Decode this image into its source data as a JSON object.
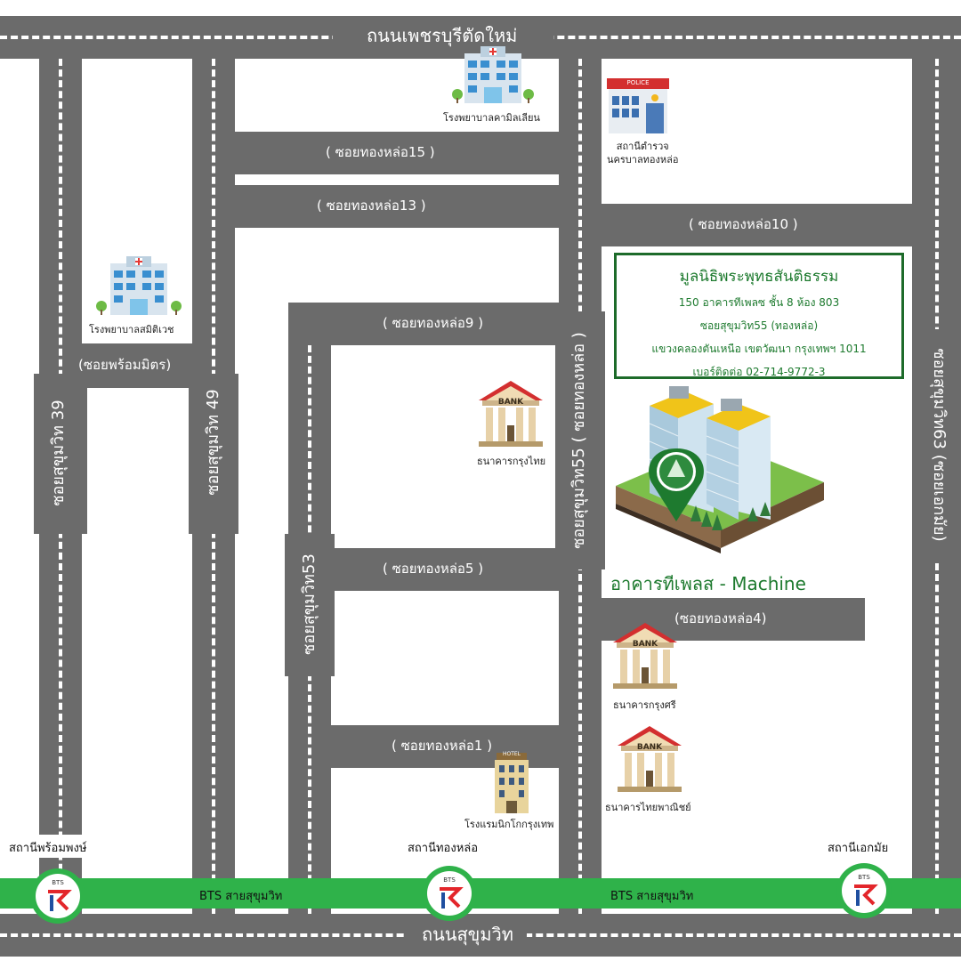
{
  "roads": {
    "top": "ถนนเพชรบุรีตัดใหม่",
    "bottom": "ถนนสุขุมวิท",
    "soi_39": "ซอยสุขุมวิท 39",
    "soi_49": "ซอยสุขุมวิท 49",
    "soi_53": "ซอยสุขุมวิท53",
    "soi_55": "ซอยสุขุมวิท55 ( ซอยทองหล่อ )",
    "soi_63": "ซอยสุขุมวิท63 (ซอยเอกมัย)",
    "phrom_mit": "(ซอยพร้อมมิตร)",
    "thonglor_15": "( ซอยทองหล่อ15 )",
    "thonglor_13": "( ซอยทองหล่อ13 )",
    "thonglor_10": "( ซอยทองหล่อ10 )",
    "thonglor_9": "( ซอยทองหล่อ9 )",
    "thonglor_5": "( ซอยทองหล่อ5 )",
    "thonglor_4": "(ซอยทองหล่อ4)",
    "thonglor_1": "( ซอยทองหล่อ1 )"
  },
  "places": {
    "camillian": "โรงพยาบาลคามิลเลียน",
    "police_sign": "POLICE",
    "police_line1": "สถานีตำรวจ",
    "police_line2": "นครบาลทองหล่อ",
    "samitivej": "โรงพยาบาลสมิติเวช",
    "bank_sign": "BANK",
    "krungthai": "ธนาคารกรุงไทย",
    "krungsri": "ธนาคารกรุงศรี",
    "scb": "ธนาคารไทยพาณิชย์",
    "hotel_sign": "HOTEL",
    "nikko": "โรงแรมนิกโกกรุงเทพ"
  },
  "info": {
    "title": "มูลนิธิพระพุทธสันติธรรม",
    "line1": "150 อาคารทีเพลซ ชั้น 8 ห้อง 803",
    "line2": "ซอยสุขุมวิท55 (ทองหล่อ)",
    "line3": "แขวงคลองตันเหนือ เขตวัฒนา กรุงเทพฯ 1011",
    "line4": "เบอร์ติดต่อ  02-714-9772-3"
  },
  "building_title": "อาคารทีเพลส - Machine",
  "bts": {
    "line_name_1": "BTS สายสุขุมวิท",
    "line_name_2": "BTS สายสุขุมวิท",
    "logo_text": "BTS",
    "station_phrom_phong": "สถานีพร้อมพงษ์",
    "station_thonglor": "สถานีทองหล่อ",
    "station_ekkamai": "สถานีเอกมัย"
  },
  "colors": {
    "road": "#6b6b6b",
    "bts_green": "#2fb24a",
    "info_green": "#1d7a2e",
    "bank_roof": "#d32f2f",
    "bts_red": "#e3262b",
    "bts_blue": "#1f4fa0"
  }
}
